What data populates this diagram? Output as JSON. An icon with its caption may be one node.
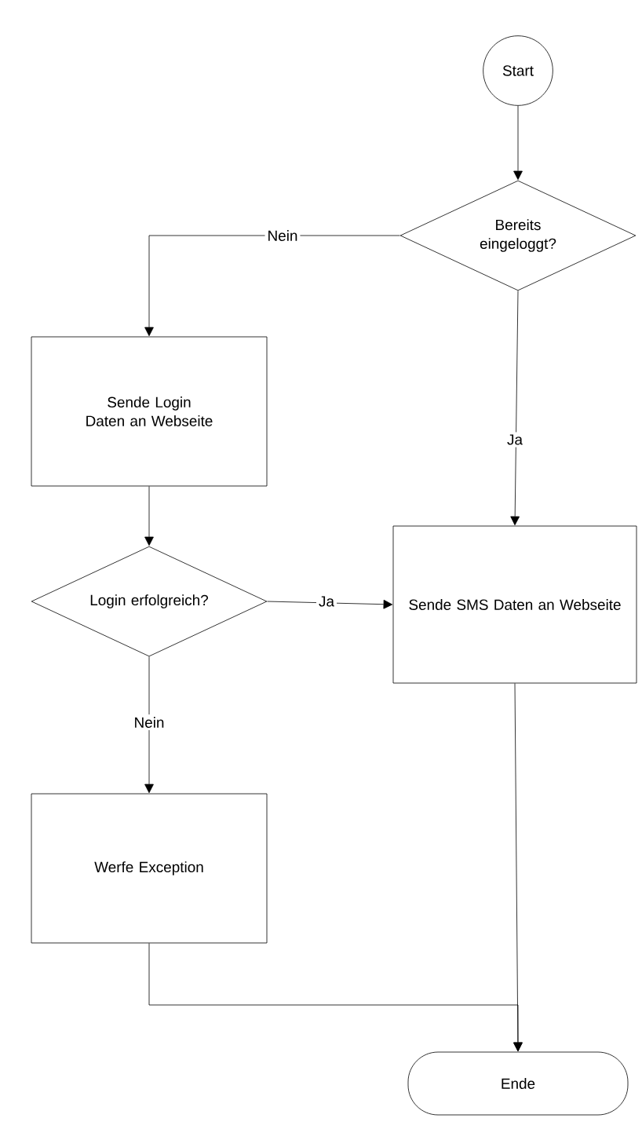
{
  "diagram": {
    "nodes": [
      {
        "text": [
          "Start"
        ]
      },
      {
        "text": [
          "Bereits eingeloggt?"
        ]
      },
      {
        "text": [
          "Sende Login Daten an Webseite"
        ]
      },
      {
        "text": [
          "Login erfolgreich?"
        ]
      },
      {
        "text": [
          "Sende SMS Daten an Webseite"
        ]
      },
      {
        "text": [
          "Werfe Exception"
        ]
      },
      {
        "text": [
          "Ende"
        ]
      }
    ],
    "edges": [
      {
        "from": 0,
        "to": 1,
        "arrow": "to"
      },
      {
        "from": 1,
        "to": 2,
        "arrow": "to",
        "label": "Nein"
      },
      {
        "from": 1,
        "to": 4,
        "arrow": "to",
        "label": "Ja"
      },
      {
        "from": 2,
        "to": 3,
        "arrow": "to"
      },
      {
        "from": 3,
        "to": 4,
        "arrow": "to",
        "label": "Ja"
      },
      {
        "from": 3,
        "to": 5,
        "arrow": "to",
        "label": "Nein"
      },
      {
        "from": 4,
        "to": 6,
        "arrow": "to"
      },
      {
        "from": 5,
        "to": 6,
        "arrow": "to"
      }
    ]
  }
}
